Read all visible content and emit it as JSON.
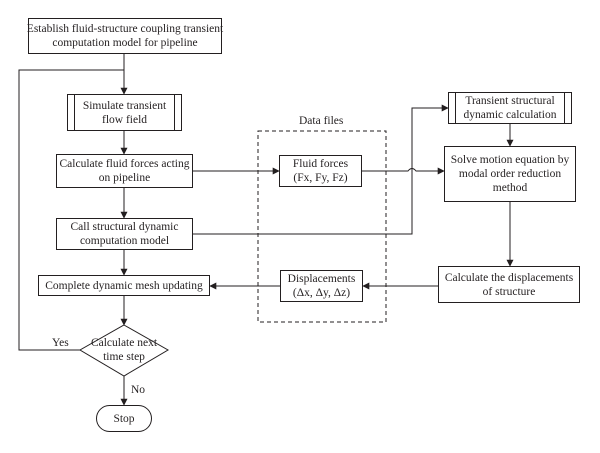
{
  "steps": {
    "establish": [
      "Establish fluid-structure coupling transient",
      "computation model for pipeline"
    ],
    "simulate": [
      "Simulate transient",
      "flow field"
    ],
    "calc_forces": [
      "Calculate fluid forces acting",
      "on pipeline"
    ],
    "call_struct": [
      "Call structural dynamic",
      "computation model"
    ],
    "mesh_update": [
      "Complete dynamic mesh updating"
    ],
    "transient_struct": [
      "Transient structural",
      "dynamic calculation"
    ],
    "solve_motion": [
      "Solve motion equation by",
      "modal order reduction",
      "method"
    ],
    "calc_disp": [
      "Calculate the displacements",
      "of structure"
    ]
  },
  "decision": {
    "lines": [
      "Calculate next",
      "time step"
    ],
    "yes": "Yes",
    "no": "No"
  },
  "terminal": {
    "stop": "Stop"
  },
  "data_files": {
    "title": "Data files",
    "fluid_forces": [
      "Fluid forces",
      "(Fx, Fy, Fz)"
    ],
    "displacements": [
      "Displacements",
      "(Δx, Δy, Δz)"
    ]
  }
}
